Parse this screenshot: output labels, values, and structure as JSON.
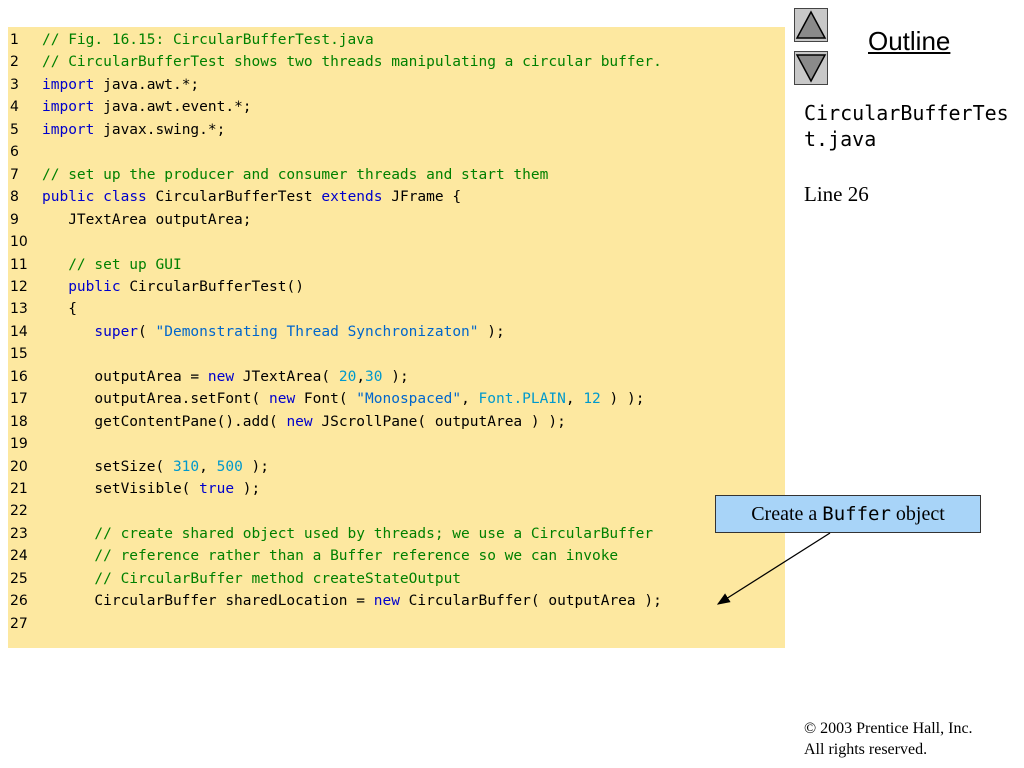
{
  "code": {
    "lines": [
      {
        "num": "1",
        "tokens": [
          {
            "t": "// Fig. 16.15: CircularBufferTest.java",
            "c": "comment"
          }
        ]
      },
      {
        "num": "2",
        "tokens": [
          {
            "t": "// CircularBufferTest shows two threads manipulating a circular buffer.",
            "c": "comment"
          }
        ]
      },
      {
        "num": "3",
        "tokens": [
          {
            "t": "import",
            "c": "keyword"
          },
          {
            "t": " java.awt.*;",
            "c": "plain"
          }
        ]
      },
      {
        "num": "4",
        "tokens": [
          {
            "t": "import",
            "c": "keyword"
          },
          {
            "t": " java.awt.event.*;",
            "c": "plain"
          }
        ]
      },
      {
        "num": "5",
        "tokens": [
          {
            "t": "import",
            "c": "keyword"
          },
          {
            "t": " javax.swing.*;",
            "c": "plain"
          }
        ]
      },
      {
        "num": "6",
        "tokens": []
      },
      {
        "num": "7",
        "tokens": [
          {
            "t": "// set up the producer and consumer threads and start them",
            "c": "comment"
          }
        ]
      },
      {
        "num": "8",
        "tokens": [
          {
            "t": "public",
            "c": "keyword"
          },
          {
            "t": " ",
            "c": "plain"
          },
          {
            "t": "class",
            "c": "keyword"
          },
          {
            "t": " CircularBufferTest ",
            "c": "plain"
          },
          {
            "t": "extends",
            "c": "keyword"
          },
          {
            "t": " JFrame {",
            "c": "plain"
          }
        ]
      },
      {
        "num": "9",
        "tokens": [
          {
            "t": "   JTextArea outputArea;",
            "c": "plain"
          }
        ]
      },
      {
        "num": "10",
        "tokens": []
      },
      {
        "num": "11",
        "tokens": [
          {
            "t": "   // set up GUI",
            "c": "comment"
          }
        ]
      },
      {
        "num": "12",
        "tokens": [
          {
            "t": "   ",
            "c": "plain"
          },
          {
            "t": "public",
            "c": "keyword"
          },
          {
            "t": " CircularBufferTest()",
            "c": "plain"
          }
        ]
      },
      {
        "num": "13",
        "tokens": [
          {
            "t": "   {",
            "c": "plain"
          }
        ]
      },
      {
        "num": "14",
        "tokens": [
          {
            "t": "      ",
            "c": "plain"
          },
          {
            "t": "super",
            "c": "keyword"
          },
          {
            "t": "( ",
            "c": "plain"
          },
          {
            "t": "\"Demonstrating Thread Synchronizaton\"",
            "c": "string"
          },
          {
            "t": " );",
            "c": "plain"
          }
        ]
      },
      {
        "num": "15",
        "tokens": []
      },
      {
        "num": "16",
        "tokens": [
          {
            "t": "      outputArea = ",
            "c": "plain"
          },
          {
            "t": "new",
            "c": "keyword"
          },
          {
            "t": " JTextArea( ",
            "c": "plain"
          },
          {
            "t": "20",
            "c": "number"
          },
          {
            "t": ",",
            "c": "plain"
          },
          {
            "t": "30",
            "c": "number"
          },
          {
            "t": " );",
            "c": "plain"
          }
        ]
      },
      {
        "num": "17",
        "tokens": [
          {
            "t": "      outputArea.setFont( ",
            "c": "plain"
          },
          {
            "t": "new",
            "c": "keyword"
          },
          {
            "t": " Font( ",
            "c": "plain"
          },
          {
            "t": "\"Monospaced\"",
            "c": "string"
          },
          {
            "t": ", ",
            "c": "plain"
          },
          {
            "t": "Font.PLAIN",
            "c": "field"
          },
          {
            "t": ", ",
            "c": "plain"
          },
          {
            "t": "12",
            "c": "number"
          },
          {
            "t": " ) );",
            "c": "plain"
          }
        ]
      },
      {
        "num": "18",
        "tokens": [
          {
            "t": "      getContentPane().add( ",
            "c": "plain"
          },
          {
            "t": "new",
            "c": "keyword"
          },
          {
            "t": " JScrollPane( outputArea ) );",
            "c": "plain"
          }
        ]
      },
      {
        "num": "19",
        "tokens": []
      },
      {
        "num": "20",
        "tokens": [
          {
            "t": "      setSize( ",
            "c": "plain"
          },
          {
            "t": "310",
            "c": "number"
          },
          {
            "t": ", ",
            "c": "plain"
          },
          {
            "t": "500",
            "c": "number"
          },
          {
            "t": " );",
            "c": "plain"
          }
        ]
      },
      {
        "num": "21",
        "tokens": [
          {
            "t": "      setVisible( ",
            "c": "plain"
          },
          {
            "t": "true",
            "c": "keyword"
          },
          {
            "t": " );",
            "c": "plain"
          }
        ]
      },
      {
        "num": "22",
        "tokens": []
      },
      {
        "num": "23",
        "tokens": [
          {
            "t": "      // create shared object used by threads; we use a CircularBuffer",
            "c": "comment"
          }
        ]
      },
      {
        "num": "24",
        "tokens": [
          {
            "t": "      // reference rather than a Buffer reference so we can invoke",
            "c": "comment"
          }
        ]
      },
      {
        "num": "25",
        "tokens": [
          {
            "t": "      // CircularBuffer method createStateOutput",
            "c": "comment"
          }
        ]
      },
      {
        "num": "26",
        "tokens": [
          {
            "t": "      CircularBuffer sharedLocation = ",
            "c": "plain"
          },
          {
            "t": "new",
            "c": "keyword"
          },
          {
            "t": " CircularBuffer( outputArea );",
            "c": "plain"
          }
        ]
      },
      {
        "num": "27",
        "tokens": []
      }
    ]
  },
  "sidebar": {
    "outline_title": "Outline",
    "filename": "CircularBufferTest.java",
    "line_ref": "Line 26",
    "up_icon": "triangle-up-icon",
    "down_icon": "triangle-down-icon"
  },
  "callout": {
    "prefix": "Create a ",
    "mono": "Buffer",
    "suffix": " object"
  },
  "footer": {
    "copyright_line1": "© 2003 Prentice Hall, Inc.",
    "copyright_line2": "All rights reserved."
  }
}
